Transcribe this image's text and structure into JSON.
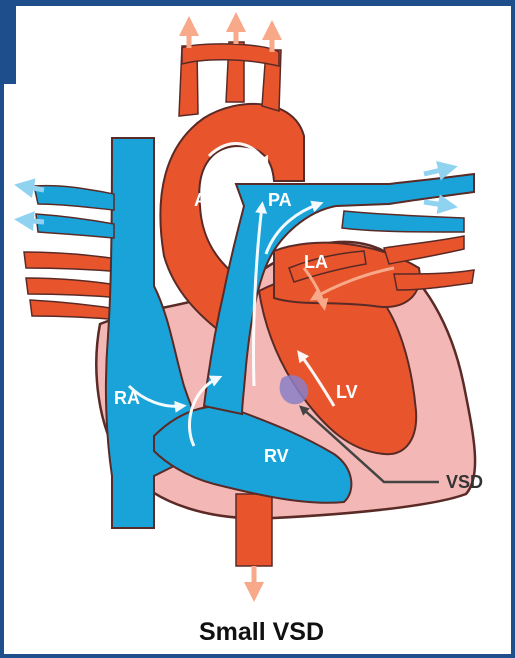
{
  "caption": "Small VSD",
  "labels": {
    "ao": "Ao",
    "pa": "PA",
    "la": "LA",
    "ra": "RA",
    "lv": "LV",
    "rv": "RV",
    "vsd": "VSD"
  },
  "colors": {
    "frame": "#1f4e8c",
    "oxygenated": "#e8552c",
    "deoxygenated": "#1aa3d8",
    "myocardium": "#f3b8b6",
    "outline": "#5a2a26",
    "arrow_light": "#f7a98a",
    "arrow_blue": "#8fd3f0",
    "shunt": "#8a7fc7"
  }
}
